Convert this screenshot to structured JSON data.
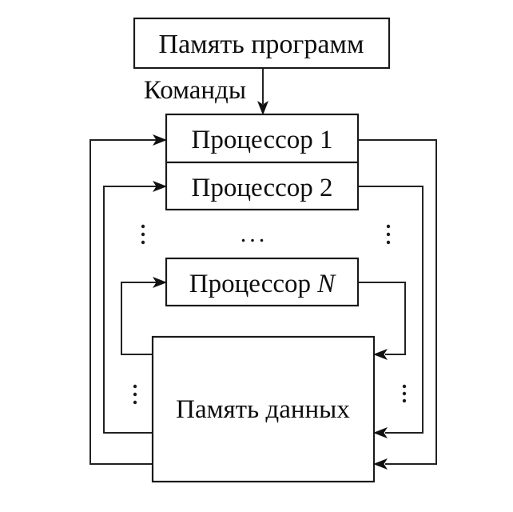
{
  "diagram": {
    "type": "block-architecture-diagram",
    "language": "ru",
    "nodes": {
      "program_memory": {
        "label": "Память программ"
      },
      "processor_1": {
        "label": "Процессор 1"
      },
      "processor_2": {
        "label": "Процессор 2"
      },
      "processor_n": {
        "label_prefix": "Процессор ",
        "label_suffix": "N"
      },
      "data_memory": {
        "label": "Память данных"
      }
    },
    "edge_labels": {
      "commands": "Команды"
    },
    "ellipsis": {
      "horizontal": "...",
      "vertical": "⋮"
    },
    "connections": [
      "Память программ -> Процессор 1 (Команды)",
      "Память данных -> Процессор 1",
      "Память данных -> Процессор 2",
      "Память данных -> Процессор N",
      "Процессор 1 -> Память данных",
      "Процессор 2 -> Память данных",
      "Процессор N -> Память данных"
    ],
    "colors": {
      "background": "#ffffff",
      "line": "#222222",
      "box_border": "#1a1a1a",
      "box_fill": "#ffffff",
      "text": "#0e0e0e"
    }
  }
}
